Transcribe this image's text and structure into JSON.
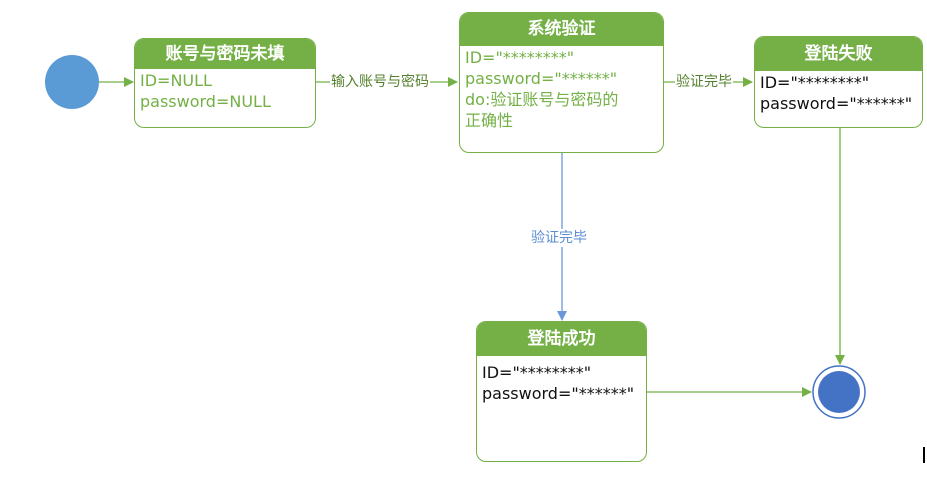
{
  "colors": {
    "green": "#74b046",
    "blue_edge": "#6a98d8",
    "start_fill": "#5b9bd5",
    "end_fill": "#4472c4"
  },
  "nodes": {
    "empty": {
      "title": "账号与密码未填",
      "lines": [
        "ID=NULL",
        "password=NULL"
      ]
    },
    "verify": {
      "title": "系统验证",
      "lines": [
        "ID=\"********\"",
        "password=\"******\"",
        "do:验证账号与密码的",
        "正确性"
      ]
    },
    "fail": {
      "title": "登陆失败",
      "lines": [
        "ID=\"********\"",
        "password=\"******\""
      ]
    },
    "success": {
      "title": "登陆成功",
      "lines": [
        "ID=\"********\"",
        "password=\"******\""
      ]
    }
  },
  "edges": {
    "input": "输入账号与密码",
    "done_fail": "验证完毕",
    "done_success": "验证完毕"
  }
}
